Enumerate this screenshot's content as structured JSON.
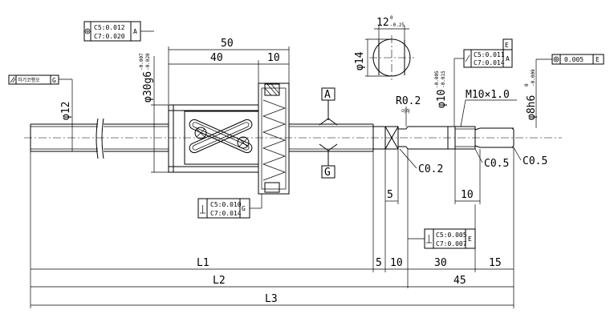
{
  "dimensions": {
    "d50": "50",
    "d40": "40",
    "d10_nut": "10",
    "phi14": "φ14",
    "d12_key": "12",
    "d12_key_tol": "0",
    "d12_key_tol2": "-0.25",
    "phi12": "φ12",
    "phi30": "φ30g6",
    "phi30_tol1": "-0.007",
    "phi30_tol2": "-0.020",
    "phi10": "φ10",
    "phi10_tol1": "-0.005",
    "phi10_tol2": "-0.015",
    "m10": "M10×1.0",
    "phi8": "φ8h6",
    "phi8_tol1": "0",
    "phi8_tol2": "-0.009",
    "r02": "R0.2",
    "r02_note": "이하",
    "c02": "C0.2",
    "c05": "C0.5",
    "c05b": "C0.5",
    "d5_vertical": "5",
    "d10_thread": "10",
    "L1": "L1",
    "d5": "5",
    "d10": "10",
    "d30": "30",
    "d15": "15",
    "L2": "L2",
    "d45": "45",
    "L3": "L3"
  },
  "datums": {
    "A": "A",
    "G": "G",
    "E": "E"
  },
  "tolerance_frames": {
    "tf1": {
      "line1": "C5:0.012",
      "line2": "C7:0.020",
      "ref": "A"
    },
    "tf2": {
      "label": "히기코행오",
      "ref": "G"
    },
    "tf3": {
      "line1": "C5:0.011",
      "line2": "C7:0.014",
      "ref": "A"
    },
    "tf4": {
      "value": "0.005",
      "ref": "E"
    },
    "tf5": {
      "line1": "C5:0.010",
      "line2": "C7:0.014",
      "ref": "G"
    },
    "tf6": {
      "line1": "C5:0.005",
      "line2": "C7:0.007",
      "ref": "E"
    }
  },
  "icons": [
    "concentricity-icon",
    "runout-icon",
    "total-runout-icon",
    "perpendicularity-icon"
  ]
}
